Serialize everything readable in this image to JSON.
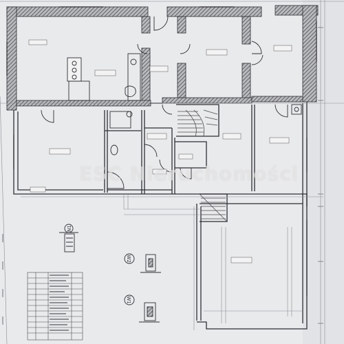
{
  "watermark": "ESC Nieruchomości",
  "colors": {
    "paper": "#e9eaec",
    "wall": "#3a3b3e",
    "wall_hatch": "#6f7074",
    "line": "#2e2f33",
    "thin": "#8a8b90"
  },
  "markers": {
    "w1": "W1",
    "w2": "W2",
    "n1": "N1"
  }
}
